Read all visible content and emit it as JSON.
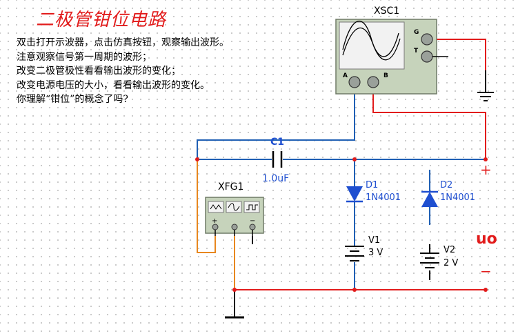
{
  "title": "二极管钳位电路",
  "notes": [
    "双击打开示波器，点击仿真按钮，观察输出波形。",
    "注意观察信号第一周期的波形；",
    "改变二极管极性看看输出波形的变化；",
    "改变电源电压的大小，看看输出波形的变化。",
    "你理解“钳位”的概念了吗?"
  ],
  "components": {
    "oscilloscope": {
      "name": "XSC1",
      "pin_a": "A",
      "pin_b": "B",
      "pin_g": "G",
      "pin_t": "T"
    },
    "capacitor": {
      "name": "C1",
      "value": "1.0uF"
    },
    "generator": {
      "name": "XFG1",
      "plus": "+",
      "minus": "−"
    },
    "diode1": {
      "name": "D1",
      "model": "1N4001"
    },
    "diode2": {
      "name": "D2",
      "model": "1N4001"
    },
    "source1": {
      "name": "V1",
      "value": "3 V"
    },
    "source2": {
      "name": "V2",
      "value": "2 V"
    }
  },
  "output": {
    "label": "uo",
    "plus": "+",
    "minus": "−"
  },
  "colors": {
    "title": "#e21b1b",
    "wire_blue": "#1f5fb4",
    "wire_red": "#e21b1b",
    "wire_orange": "#e8871e",
    "diode_blue": "#1f4fd0",
    "output_red": "#e21b1b"
  }
}
